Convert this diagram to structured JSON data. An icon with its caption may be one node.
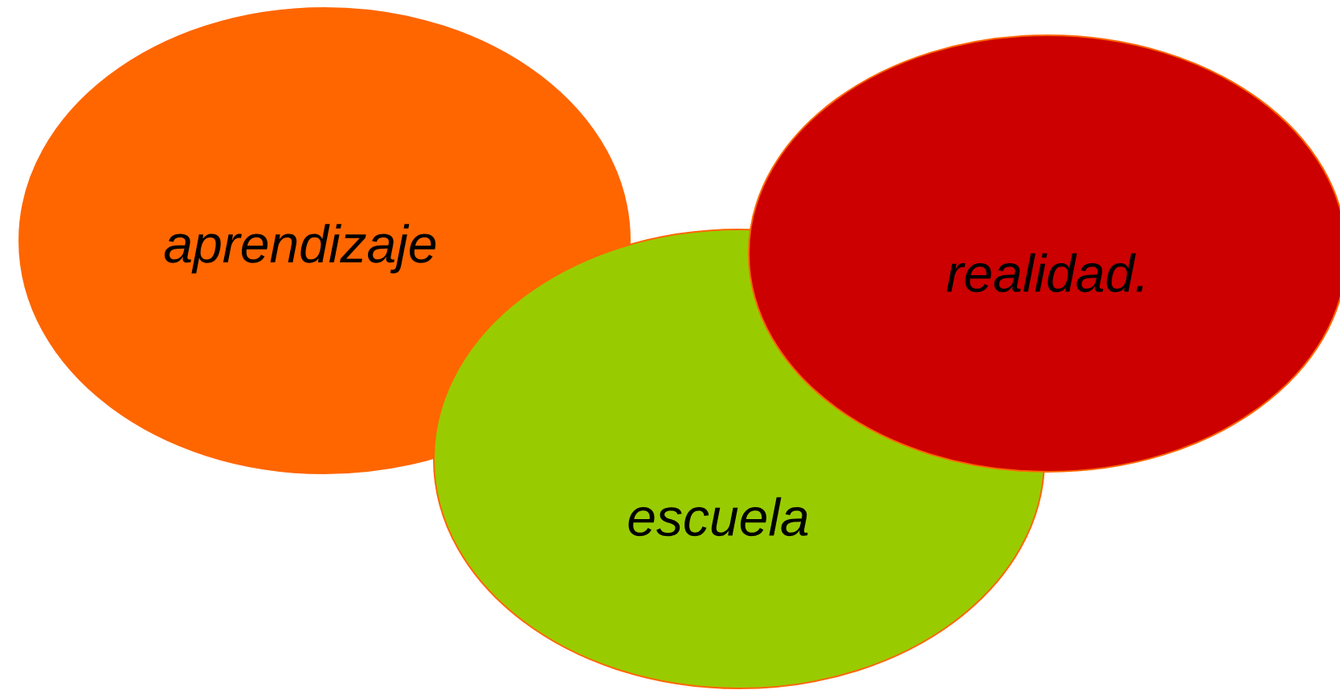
{
  "diagram": {
    "nodes": [
      {
        "text": [
          "aprendizaje"
        ]
      },
      {
        "text": [
          "escuela"
        ]
      },
      {
        "text": [
          "realidad."
        ]
      }
    ]
  }
}
